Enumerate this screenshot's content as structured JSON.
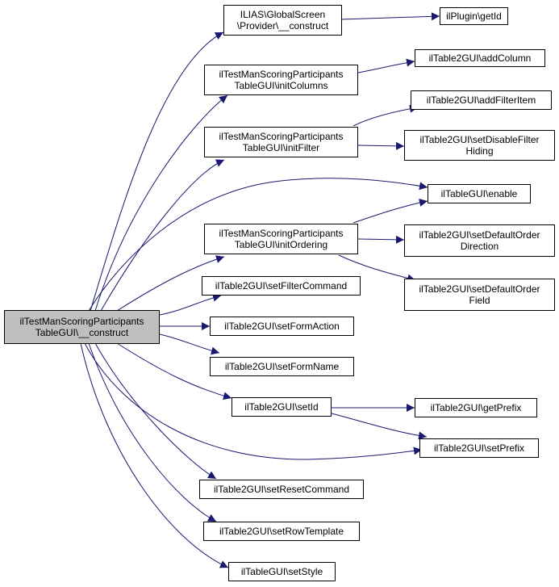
{
  "colors": {
    "edge": "#191970",
    "node_border": "#000000",
    "root_fill": "#bfbfbf"
  },
  "nodes": {
    "root": "ilTestManScoringParticipants\nTableGUI\\__construct",
    "global_screen": "ILIAS\\GlobalScreen\n\\Provider\\__construct",
    "plugin_getid": "ilPlugin\\getId",
    "init_columns": "ilTestManScoringParticipants\nTableGUI\\initColumns",
    "add_column": "ilTable2GUI\\addColumn",
    "init_filter": "ilTestManScoringParticipants\nTableGUI\\initFilter",
    "add_filter_item": "ilTable2GUI\\addFilterItem",
    "set_disable_filter_hiding": "ilTable2GUI\\setDisableFilter\nHiding",
    "enable": "ilTableGUI\\enable",
    "init_ordering": "ilTestManScoringParticipants\nTableGUI\\initOrdering",
    "set_default_order_direction": "ilTable2GUI\\setDefaultOrder\nDirection",
    "set_default_order_field": "ilTable2GUI\\setDefaultOrder\nField",
    "set_filter_command": "ilTable2GUI\\setFilterCommand",
    "set_form_action": "ilTable2GUI\\setFormAction",
    "set_form_name": "ilTable2GUI\\setFormName",
    "set_id": "ilTable2GUI\\setId",
    "get_prefix": "ilTable2GUI\\getPrefix",
    "set_prefix": "ilTable2GUI\\setPrefix",
    "set_reset_command": "ilTable2GUI\\setResetCommand",
    "set_row_template": "ilTable2GUI\\setRowTemplate",
    "set_style": "ilTableGUI\\setStyle"
  }
}
